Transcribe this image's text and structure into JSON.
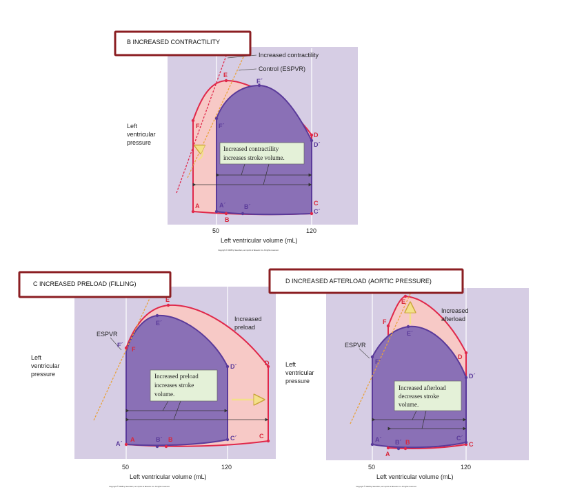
{
  "colors": {
    "panel_bg": "#d6cde4",
    "pink_fill": "#f7c9c6",
    "purple_fill": "#8a70b6",
    "red_line": "#e0284a",
    "purple_line": "#5a3a9a",
    "dashed_line": "#e9a23c",
    "title_border": "#8b1e22",
    "note_bg": "#e4f1d8"
  },
  "panelB": {
    "title": "B   INCREASED CONTRACTILITY",
    "callout_top": "Increased contractility",
    "callout_bottom": "Control (ESPVR)",
    "ylabel": [
      "Left",
      "ventricular",
      "pressure"
    ],
    "xlabel": "Left ventricular volume (mL)",
    "tick1": "50",
    "tick2": "120",
    "note": [
      "Increased contractility",
      "increases stroke volume."
    ],
    "points_red": {
      "A": "A",
      "B": "B",
      "C": "C",
      "D": "D",
      "E": "E",
      "F": "F"
    },
    "points_purple": {
      "A": "A´",
      "B": "B´",
      "C": "C´",
      "D": "D´",
      "E": "E´",
      "F": "F´"
    },
    "copyright": "Copyright © 2008 by Saunders, an imprint of Elsevier Inc. All rights reserved."
  },
  "panelC": {
    "title": "C   INCREASED PRELOAD (FILLING)",
    "espvr": "ESPVR",
    "increased": [
      "Increased",
      "preload"
    ],
    "ylabel": [
      "Left",
      "ventricular",
      "pressure"
    ],
    "xlabel": "Left ventricular volume (mL)",
    "tick1": "50",
    "tick2": "120",
    "note": [
      "Increased preload",
      "increases stroke",
      "volume."
    ],
    "points_red": {
      "A": "A",
      "B": "B",
      "C": "C",
      "D": "D",
      "E": "E",
      "F": "F"
    },
    "points_purple": {
      "A": "A´",
      "B": "B´",
      "C": "C´",
      "D": "D´",
      "E": "E´",
      "F": "F´"
    },
    "copyright": "Copyright © 2008 by Saunders, an imprint of Elsevier Inc. All rights reserved."
  },
  "panelD": {
    "title": "D   INCREASED AFTERLOAD (AORTIC PRESSURE)",
    "espvr": "ESPVR",
    "increased": [
      "Increased",
      "afterload"
    ],
    "ylabel": [
      "Left",
      "ventricular",
      "pressure"
    ],
    "xlabel": "Left ventricular volume (mL)",
    "tick1": "50",
    "tick2": "120",
    "note": [
      "Increased afterload",
      "decreases stroke",
      "volume."
    ],
    "points_red": {
      "A": "A",
      "B": "B",
      "C": "C",
      "D": "D",
      "E": "E",
      "F": "F"
    },
    "points_purple": {
      "A": "A´",
      "B": "B´",
      "C": "C´",
      "D": "D´",
      "E": "E´",
      "F": "F´"
    },
    "copyright": "Copyright © 2008 by Saunders, an imprint of Elsevier Inc. All rights reserved."
  }
}
